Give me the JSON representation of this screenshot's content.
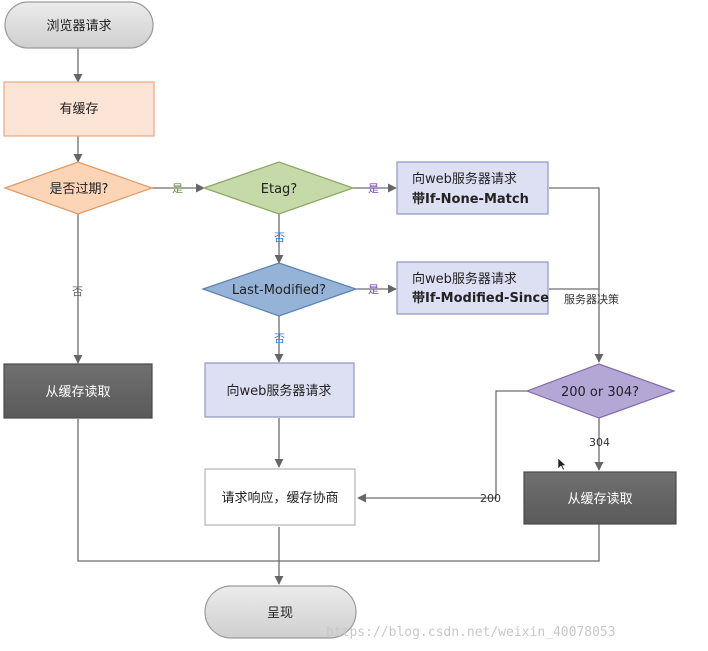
{
  "nodes": {
    "browser_request": "浏览器请求",
    "has_cache": "有缓存",
    "expired_q": "是否过期?",
    "etag_q": "Etag?",
    "last_modified_q": "Last-Modified?",
    "req_if_none_match": [
      "向web服务器请求",
      "带If-None-Match"
    ],
    "req_if_modified_since": [
      "向web服务器请求",
      "带If-Modified-Since"
    ],
    "read_cache_left": "从缓存读取",
    "req_web_server": "向web服务器请求",
    "status_q": "200 or 304?",
    "response_negotiate": "请求响应，缓存协商",
    "read_cache_right": "从缓存读取",
    "render": "呈现"
  },
  "edges": {
    "yes": "是",
    "no": "否",
    "server_decides": "服务器决策",
    "code_304": "304",
    "code_200": "200"
  },
  "colors": {
    "terminal": "#d9d9d9",
    "cache_box": "#fce4d6",
    "expired_diamond": "#fbd5b5",
    "etag_diamond": "#c6d9a8",
    "lastmod_diamond": "#95b3d7",
    "request_box": "#dde0f3",
    "dark_box": "#646464",
    "status_diamond": "#b4a7d6",
    "label_yes_green": "#6a8b3c",
    "label_yes_purple": "#7a48b5",
    "label_no_blue": "#3d7bd4"
  },
  "watermark": "https://blog.csdn.net/weixin_40078053"
}
